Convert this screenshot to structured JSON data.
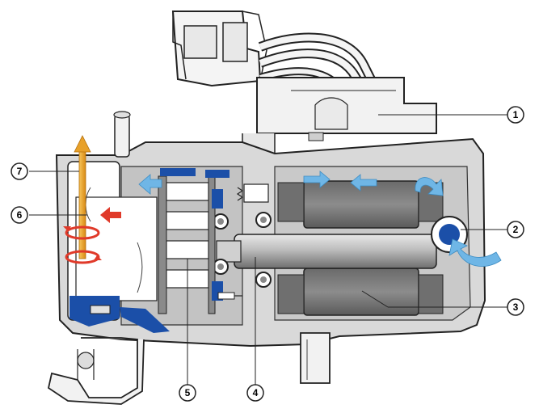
{
  "callouts": [
    {
      "number": "1"
    },
    {
      "number": "2"
    },
    {
      "number": "3"
    },
    {
      "number": "4"
    },
    {
      "number": "5"
    },
    {
      "number": "6"
    },
    {
      "number": "7"
    }
  ],
  "colors": {
    "housing_outline": "#222222",
    "housing_fill": "#d9d9d9",
    "housing_dark": "#9a9a9a",
    "inner_cavity": "#ffffff",
    "cooling_blue": "#1b4fa8",
    "airflow_arrow": "#6fb6e6",
    "oil_arrow": "#e8a12a",
    "swirl_red": "#e03a2a",
    "connector_white": "#f4f4f4"
  }
}
